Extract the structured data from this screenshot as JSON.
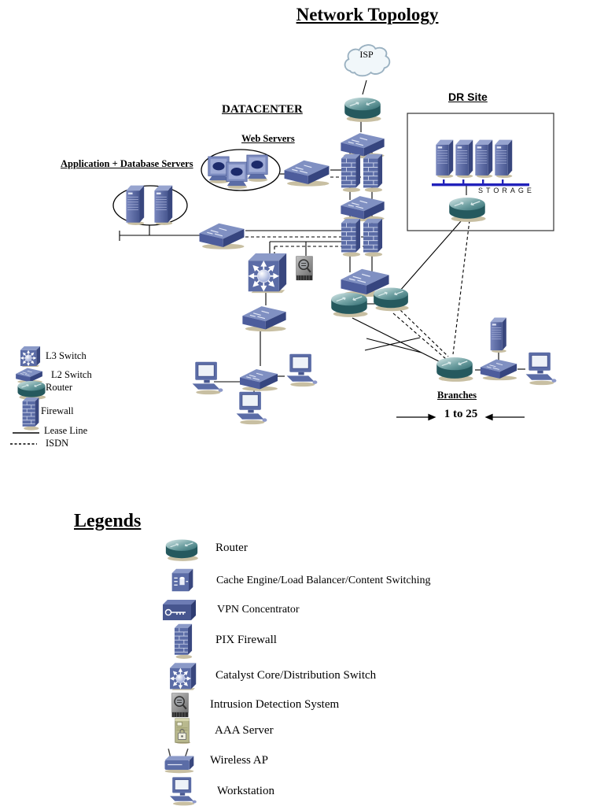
{
  "page": {
    "title": "Network Topology"
  },
  "diagram": {
    "isp_label": "ISP",
    "datacenter_label": "DATACENTER",
    "web_servers_label": "Web Servers",
    "app_db_label": "Application + Database  Servers",
    "dr_site_label": "DR Site",
    "storage_label": "STORAGE",
    "branches_label": "Branches",
    "branches_range": "1 to 25"
  },
  "mini_legend": {
    "items": [
      {
        "icon": "l3-switch-icon",
        "label": "L3 Switch"
      },
      {
        "icon": "l2-switch-icon",
        "label": "L2 Switch"
      },
      {
        "icon": "router-icon",
        "label": "Router"
      },
      {
        "icon": "firewall-icon",
        "label": "Firewall"
      },
      {
        "icon": "lease-line-icon",
        "label": "Lease Line"
      },
      {
        "icon": "isdn-line-icon",
        "label": "ISDN"
      }
    ]
  },
  "legends": {
    "title": "Legends",
    "items": [
      {
        "icon": "router-icon",
        "label": "Router"
      },
      {
        "icon": "cache-engine-icon",
        "label": "Cache Engine/Load Balancer/Content Switching"
      },
      {
        "icon": "vpn-concentrator-icon",
        "label": "VPN Concentrator"
      },
      {
        "icon": "pix-firewall-icon",
        "label": "PIX Firewall"
      },
      {
        "icon": "catalyst-switch-icon",
        "label": "Catalyst Core/Distribution Switch"
      },
      {
        "icon": "ids-icon",
        "label": "Intrusion Detection System"
      },
      {
        "icon": "aaa-server-icon",
        "label": "AAA Server"
      },
      {
        "icon": "wireless-ap-icon",
        "label": "Wireless AP"
      },
      {
        "icon": "workstation-icon",
        "label": "Workstation"
      }
    ]
  },
  "colors": {
    "node_blue": "#5b6ca6",
    "node_blue_light": "#8b9ac8",
    "node_blue_dark": "#39477e",
    "router_teal": "#2f6b70",
    "storage_bus": "#2222bb",
    "shadow": "#c8bfa2",
    "line": "#000000"
  }
}
